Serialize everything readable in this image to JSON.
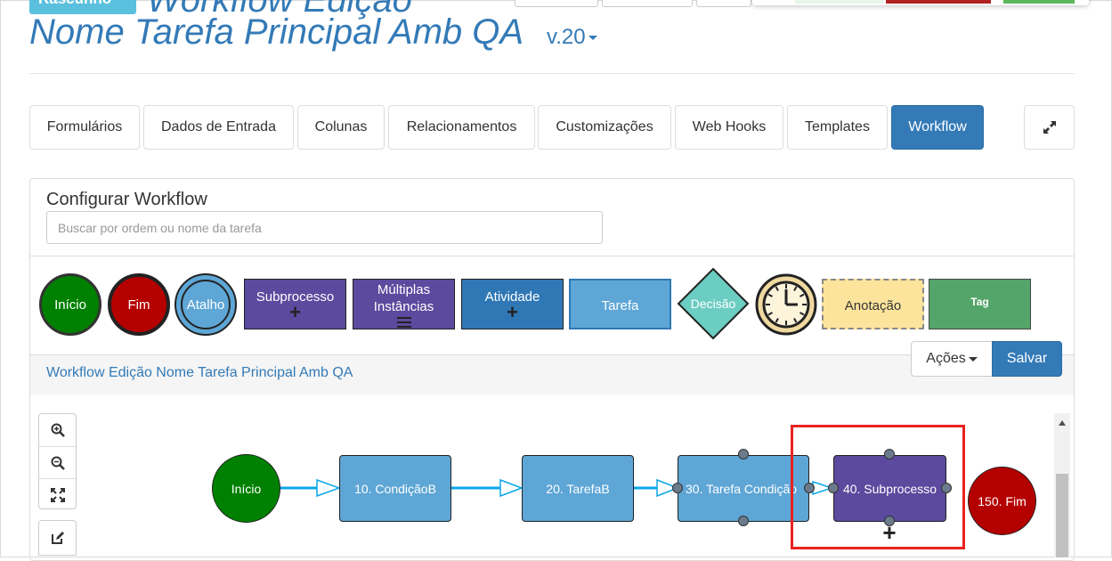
{
  "header": {
    "badge": "Rascunho",
    "title_top": "Workflow Edição",
    "title_main": "Nome Tarefa Principal Amb QA",
    "version": "v.20"
  },
  "tabs": [
    {
      "label": "Formulários",
      "active": false
    },
    {
      "label": "Dados de Entrada",
      "active": false
    },
    {
      "label": "Colunas",
      "active": false
    },
    {
      "label": "Relacionamentos",
      "active": false
    },
    {
      "label": "Customizações",
      "active": false
    },
    {
      "label": "Web Hooks",
      "active": false
    },
    {
      "label": "Templates",
      "active": false
    },
    {
      "label": "Workflow",
      "active": true
    }
  ],
  "config": {
    "title": "Configurar Workflow",
    "search_placeholder": "Buscar por ordem ou nome da tarefa",
    "search_value": ""
  },
  "palette": {
    "inicio": "Início",
    "fim": "Fim",
    "atalho": "Atalho",
    "subprocesso": "Subprocesso",
    "multiplas_1": "Múltiplas",
    "multiplas_2": "Instâncias",
    "atividade": "Atividade",
    "tarefa": "Tarefa",
    "decisao": "Decisão",
    "anotacao": "Anotação",
    "tag": "Tag"
  },
  "workflow": {
    "title": "Workflow Edição Nome Tarefa Principal Amb QA",
    "acoes_label": "Ações",
    "salvar_label": "Salvar",
    "nodes": {
      "inicio": "Início",
      "n10": "10. CondiçãoB",
      "n20": "20. TarefaB",
      "n30": "30. Tarefa Condição",
      "n40": "40. Subprocesso",
      "n150": "150. Fim"
    }
  },
  "colors": {
    "primary": "#337ab7",
    "start_green": "#008000",
    "end_red": "#b50000",
    "task_blue": "#5ea6d6",
    "subprocess_purple": "#5b4a9e",
    "annotation_yellow": "#fde49c",
    "tag_green": "#54a56a",
    "decision_teal": "#6ccdc2",
    "highlight_red": "#e8231f"
  }
}
